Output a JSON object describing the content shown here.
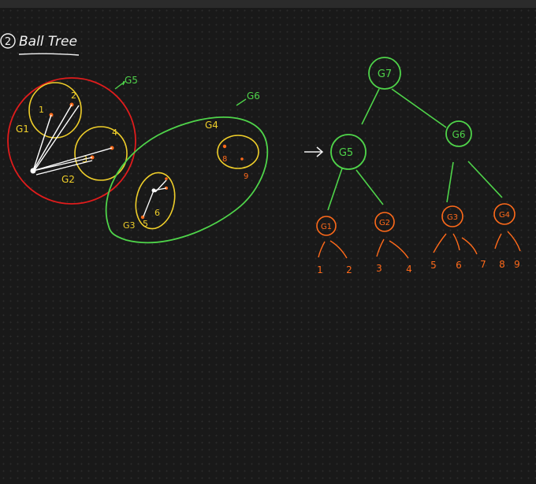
{
  "title": {
    "number": "2",
    "text": "Ball Tree"
  },
  "colors": {
    "background": "#191919",
    "text": "#f2f2f2",
    "red": "#e01c1c",
    "yellow": "#f0cf2a",
    "green": "#4fd44a",
    "orange": "#ff6a1a",
    "white": "#ffffff"
  },
  "left_diagram": {
    "outer_label": "G5",
    "outer2_label": "G6",
    "cluster_labels": [
      "G1",
      "G2",
      "G3",
      "G4"
    ],
    "point_labels": [
      "1",
      "2",
      "3",
      "4",
      "5",
      "6",
      "8",
      "9"
    ]
  },
  "tree": {
    "nodes": [
      {
        "id": "G7",
        "label": "G7",
        "level": 0
      },
      {
        "id": "G5",
        "label": "G5",
        "level": 1
      },
      {
        "id": "G6",
        "label": "G6",
        "level": 1
      },
      {
        "id": "G1",
        "label": "G1",
        "level": 2
      },
      {
        "id": "G2",
        "label": "G2",
        "level": 2
      },
      {
        "id": "G3",
        "label": "G3",
        "level": 2
      },
      {
        "id": "G4",
        "label": "G4",
        "level": 2
      }
    ],
    "edges": [
      [
        "G7",
        "G5"
      ],
      [
        "G7",
        "G6"
      ],
      [
        "G5",
        "G1"
      ],
      [
        "G5",
        "G2"
      ],
      [
        "G6",
        "G3"
      ],
      [
        "G6",
        "G4"
      ]
    ],
    "leaves": [
      "1",
      "2",
      "3",
      "4",
      "5",
      "6",
      "7",
      "8",
      "9"
    ]
  }
}
